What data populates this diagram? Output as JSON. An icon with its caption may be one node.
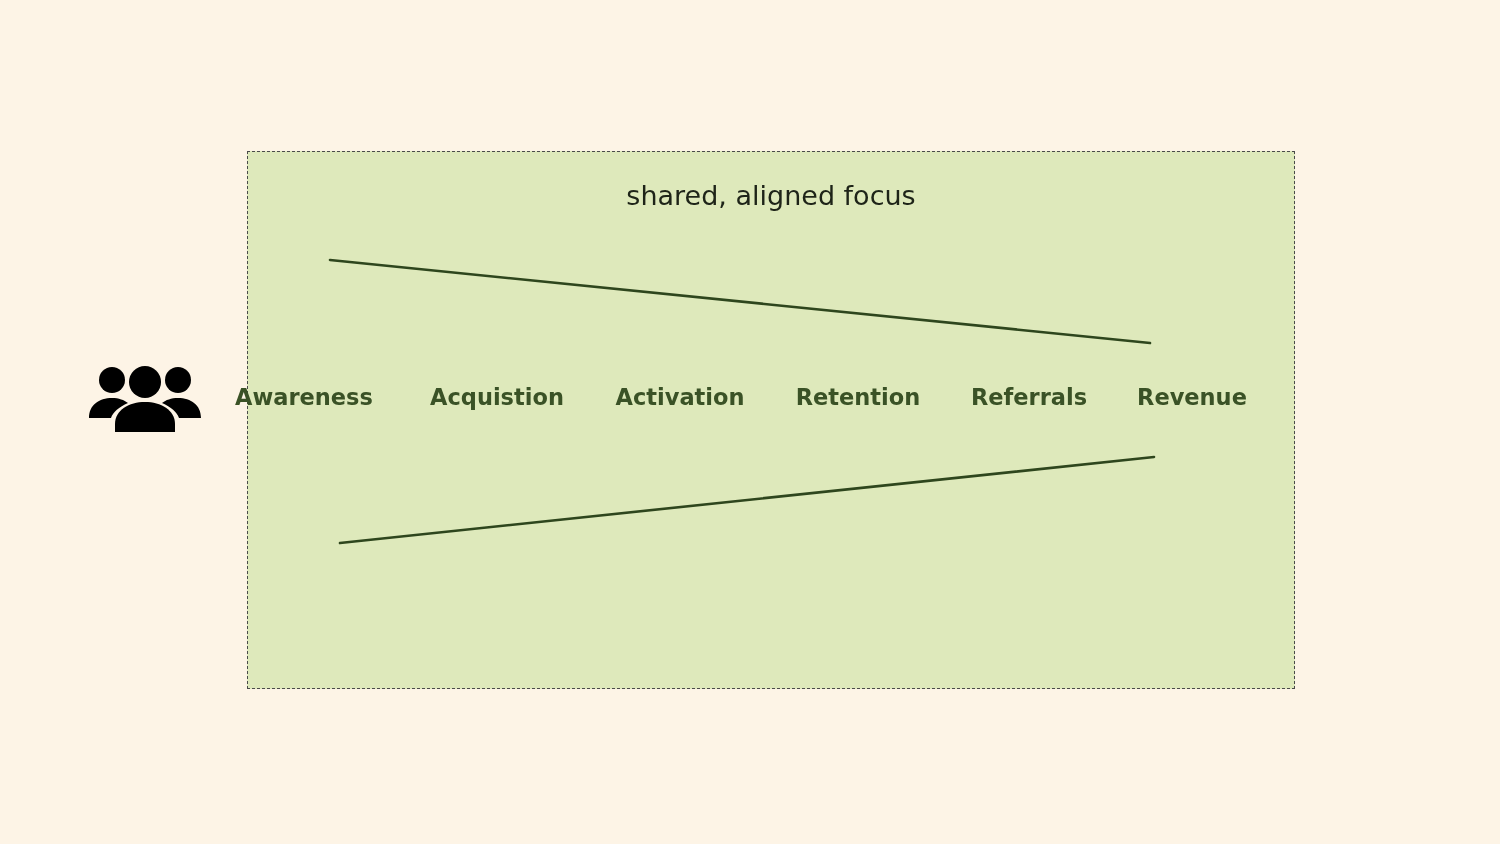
{
  "diagram": {
    "nodes": [
      {
        "text": [
          "shared, aligned focus"
        ]
      }
    ],
    "labels": [
      "Awareness",
      "Acquistion",
      "Activation",
      "Retention",
      "Referrals",
      "Revenue"
    ]
  }
}
